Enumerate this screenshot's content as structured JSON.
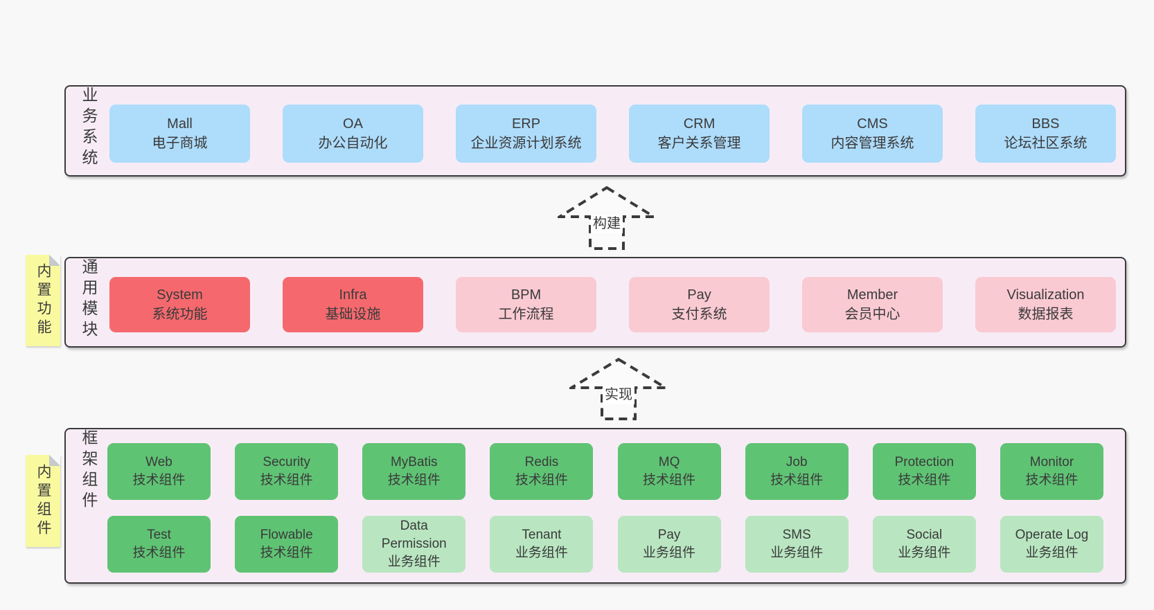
{
  "colors": {
    "page_bg": "#f8f8f8",
    "panel_bg": "#f7ecf5",
    "panel_border": "#3b3b3b",
    "blue": "#aedcfb",
    "red": "#f5696e",
    "pink": "#facad3",
    "green_dark": "#5fc374",
    "green_light": "#b9e6c1",
    "yellow": "#f9f9a0",
    "fold_gray": "#c8c9ca",
    "text": "#3a3a3a"
  },
  "layers": [
    {
      "label": "业务系统",
      "boxes": [
        {
          "en": "Mall",
          "zh": "电子商城",
          "variant": "blue"
        },
        {
          "en": "OA",
          "zh": "办公自动化",
          "variant": "blue"
        },
        {
          "en": "ERP",
          "zh": "企业资源计划系统",
          "variant": "blue"
        },
        {
          "en": "CRM",
          "zh": "客户关系管理",
          "variant": "blue"
        },
        {
          "en": "CMS",
          "zh": "内容管理系统",
          "variant": "blue"
        },
        {
          "en": "BBS",
          "zh": "论坛社区系统",
          "variant": "blue"
        }
      ]
    },
    {
      "label": "通用模块",
      "tag": "内置功能",
      "boxes": [
        {
          "en": "System",
          "zh": "系统功能",
          "variant": "red"
        },
        {
          "en": "Infra",
          "zh": "基础设施",
          "variant": "red"
        },
        {
          "en": "BPM",
          "zh": "工作流程",
          "variant": "pink"
        },
        {
          "en": "Pay",
          "zh": "支付系统",
          "variant": "pink"
        },
        {
          "en": "Member",
          "zh": "会员中心",
          "variant": "pink"
        },
        {
          "en": "Visualization",
          "zh": "数据报表",
          "variant": "pink"
        }
      ]
    },
    {
      "label": "框架组件",
      "tag": "内置组件",
      "rows": [
        [
          {
            "en": "Web",
            "zh": "技术组件",
            "variant": "green-dark"
          },
          {
            "en": "Security",
            "zh": "技术组件",
            "variant": "green-dark"
          },
          {
            "en": "MyBatis",
            "zh": "技术组件",
            "variant": "green-dark"
          },
          {
            "en": "Redis",
            "zh": "技术组件",
            "variant": "green-dark"
          },
          {
            "en": "MQ",
            "zh": "技术组件",
            "variant": "green-dark"
          },
          {
            "en": "Job",
            "zh": "技术组件",
            "variant": "green-dark"
          },
          {
            "en": "Protection",
            "zh": "技术组件",
            "variant": "green-dark"
          },
          {
            "en": "Monitor",
            "zh": "技术组件",
            "variant": "green-dark"
          }
        ],
        [
          {
            "en": "Test",
            "zh": "技术组件",
            "variant": "green-dark"
          },
          {
            "en": "Flowable",
            "zh": "技术组件",
            "variant": "green-dark"
          },
          {
            "en": "Data Permission",
            "zh": "业务组件",
            "variant": "green-light"
          },
          {
            "en": "Tenant",
            "zh": "业务组件",
            "variant": "green-light"
          },
          {
            "en": "Pay",
            "zh": "业务组件",
            "variant": "green-light"
          },
          {
            "en": "SMS",
            "zh": "业务组件",
            "variant": "green-light"
          },
          {
            "en": "Social",
            "zh": "业务组件",
            "variant": "green-light"
          },
          {
            "en": "Operate Log",
            "zh": "业务组件",
            "variant": "green-light"
          }
        ]
      ]
    }
  ],
  "arrows": [
    {
      "label": "构建"
    },
    {
      "label": "实现"
    }
  ]
}
